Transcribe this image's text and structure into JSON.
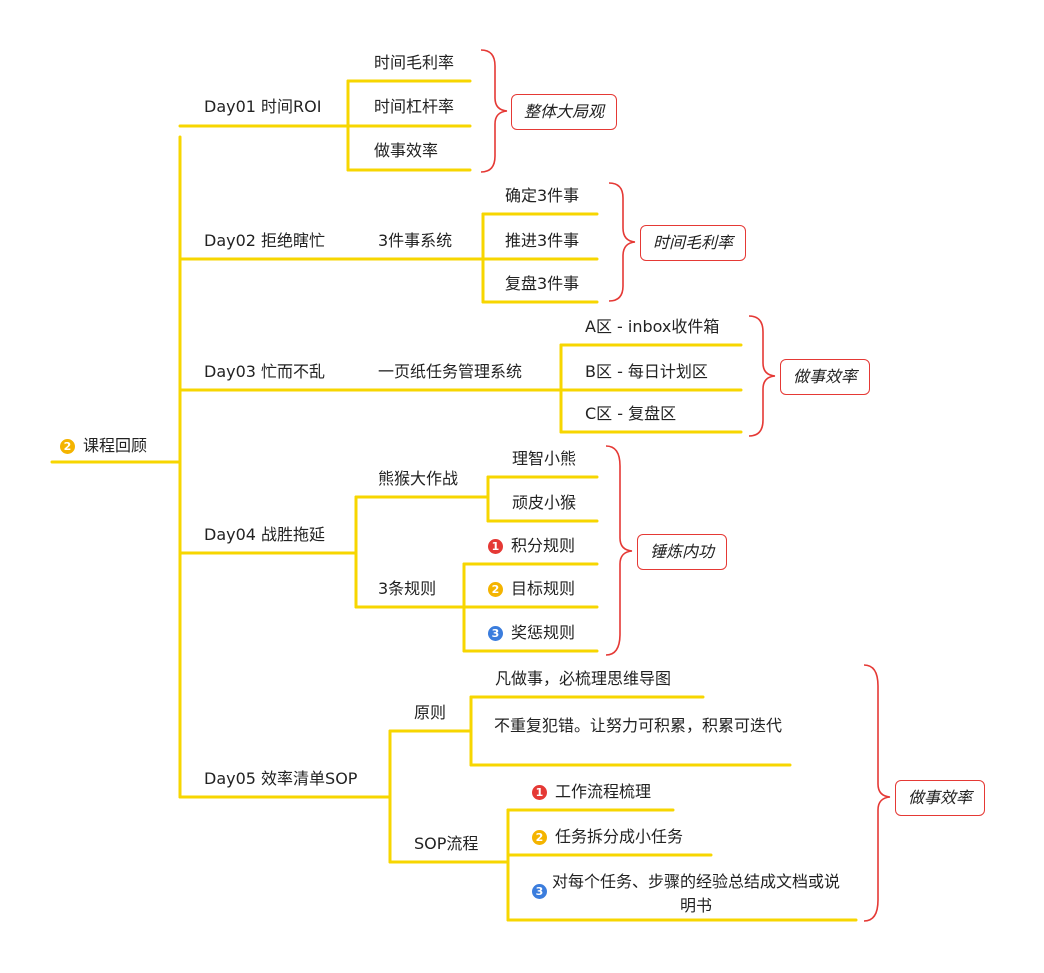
{
  "colors": {
    "branch": "#f7d600",
    "brace": "#e53935",
    "badge_1": "#e53935",
    "badge_2": "#f4b400",
    "badge_3": "#3b7ddd"
  },
  "root": {
    "badge": "2",
    "label": "课程回顾"
  },
  "days": [
    {
      "label": "Day01 时间ROI",
      "items": [
        "时间毛利率",
        "时间杠杆率",
        "做事效率"
      ],
      "callout": "整体大局观"
    },
    {
      "label": "Day02 拒绝瞎忙",
      "sub": "3件事系统",
      "items": [
        "确定3件事",
        "推进3件事",
        "复盘3件事"
      ],
      "callout": "时间毛利率"
    },
    {
      "label": "Day03 忙而不乱",
      "sub": "一页纸任务管理系统",
      "items": [
        "A区 - inbox收件箱",
        "B区 - 每日计划区",
        "C区 - 复盘区"
      ],
      "callout": "做事效率"
    },
    {
      "label": "Day04 战胜拖延",
      "groups": [
        {
          "label": "熊猴大作战",
          "items": [
            "理智小熊",
            "顽皮小猴"
          ]
        },
        {
          "label": "3条规则",
          "items": [
            {
              "badge": "1",
              "text": "积分规则"
            },
            {
              "badge": "2",
              "text": "目标规则"
            },
            {
              "badge": "3",
              "text": "奖惩规则"
            }
          ]
        }
      ],
      "callout": "锤炼内功"
    },
    {
      "label": "Day05 效率清单SOP",
      "groups": [
        {
          "label": "原则",
          "items": [
            "凡做事，必梳理思维导图",
            "不重复犯错。让努力可积累，积累可迭代"
          ]
        },
        {
          "label": "SOP流程",
          "items": [
            {
              "badge": "1",
              "text": "工作流程梳理"
            },
            {
              "badge": "2",
              "text": "任务拆分成小任务"
            },
            {
              "badge": "3",
              "text": "对每个任务、步骤的经验总结成文档或说明书"
            }
          ]
        }
      ],
      "callout": "做事效率"
    }
  ]
}
